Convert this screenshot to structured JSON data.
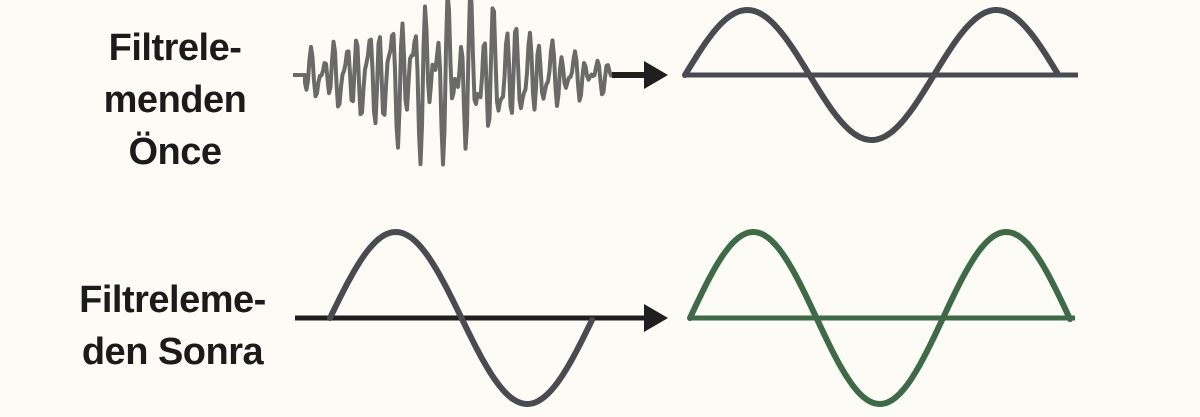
{
  "labels": {
    "before": [
      "Filtrele-",
      "menden",
      "Önce"
    ],
    "after": [
      "Filtreleme-",
      "den Sonra"
    ]
  },
  "colors": {
    "background": "#fcfbf6",
    "noise": "#6a6a68",
    "wave": "#4a4b50",
    "filtered": "#3e6a48",
    "arrow": "#1f1f1f"
  }
}
